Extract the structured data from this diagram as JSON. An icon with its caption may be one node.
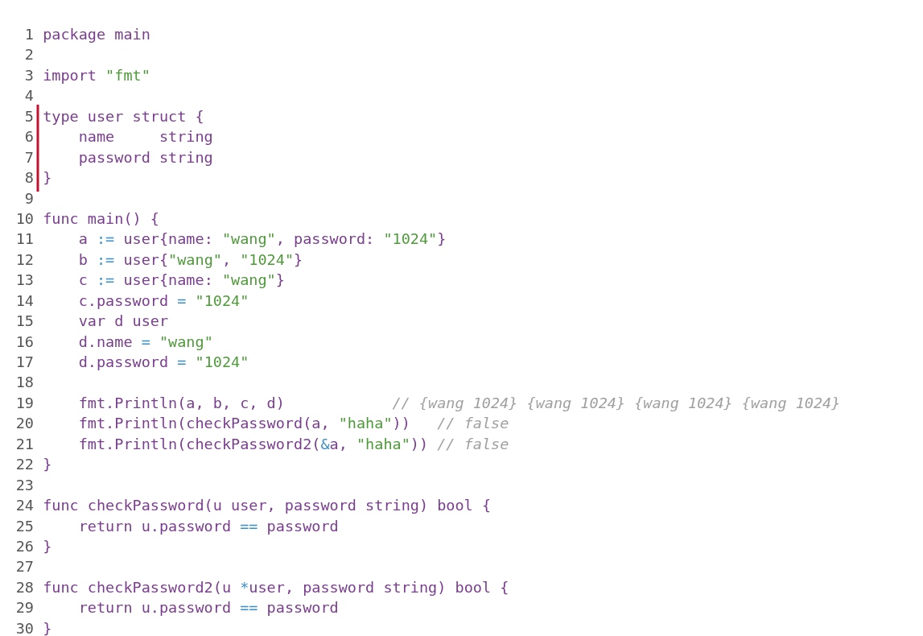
{
  "diagram": {
    "labels": [
      "1 package main",
      "2",
      "3 import \"fmt\"",
      "4",
      "5 type user struct {",
      "6     name     string",
      "7     password string",
      "8 }",
      "9",
      "10 func main() {",
      "11     a := user{name: \"wang\", password: \"1024\"}",
      "12     b := user{\"wang\", \"1024\"}",
      "13     c := user{name: \"wang\"}",
      "14     c.password = \"1024\"",
      "15     var d user",
      "16     d.name = \"wang\"",
      "17     d.password = \"1024\"",
      "18",
      "19     fmt.Println(a, b, c, d)",
      "// {wang 1024} {wang 1024} {wang 1024} {wang 1024}",
      "20     fmt.Println(checkPassword(a, \"haha\"))   // false",
      "21     fmt.Println(checkPassword2(&a, \"haha\")) // false",
      "22 }",
      "23",
      "24 func checkPassword(u user, password string) bool {",
      "25     return u.password == password",
      "26 }",
      "27",
      "28 func checkPassword2(u *user, password string) bool {",
      "29     return u.password == password",
      "30 }"
    ]
  }
}
